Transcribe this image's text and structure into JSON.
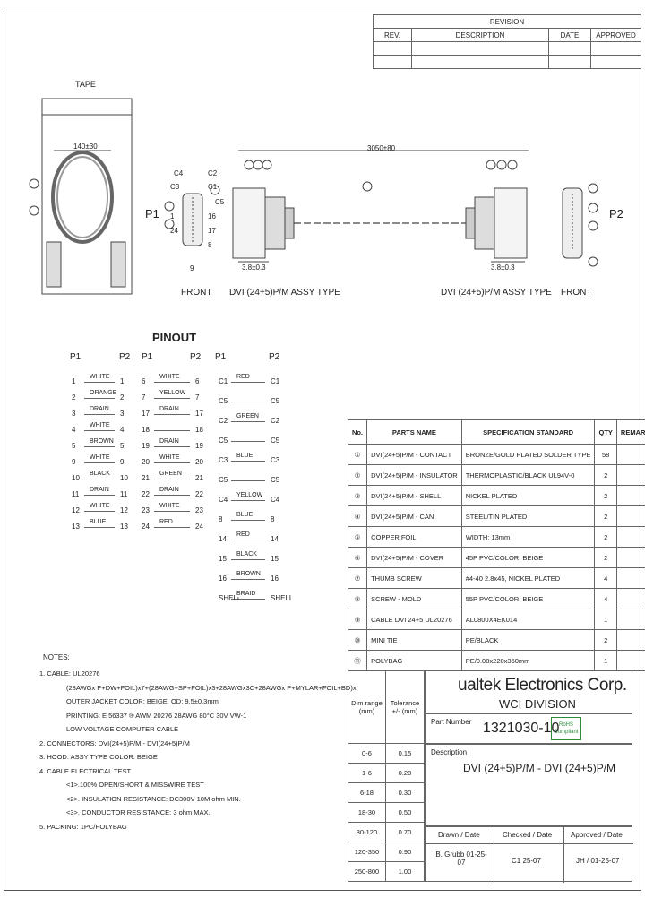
{
  "revision": {
    "title": "REVISION",
    "headers": [
      "REV.",
      "DESCRIPTION",
      "DATE",
      "APPROVED"
    ]
  },
  "labels": {
    "tape": "TAPE",
    "p1": "P1",
    "p2": "P2",
    "front_left": "FRONT",
    "front_right": "FRONT",
    "assy_left": "DVI (24+5)P/M ASSY TYPE",
    "assy_right": "DVI (24+5)P/M ASSY TYPE",
    "dim_140": "140±30",
    "dim_3050": "3050±80",
    "dim_38_left": "3.8±0.3",
    "dim_38_right": "3.8±0.3",
    "c4": "C4",
    "c2": "C2",
    "c3": "C3",
    "c1": "C1",
    "c5": "C5",
    "n1": "1",
    "n16": "16",
    "n24": "24",
    "n17": "17",
    "n8": "8",
    "n9": "9"
  },
  "pinout": {
    "title": "PINOUT",
    "col_headers": [
      "P1",
      "P2",
      "P1",
      "P2",
      "P1",
      "P2"
    ],
    "group1": [
      {
        "l": "1",
        "r": "1",
        "w": "WHITE"
      },
      {
        "l": "2",
        "r": "2",
        "w": "ORANGE"
      },
      {
        "l": "3",
        "r": "3",
        "w": "DRAIN"
      },
      {
        "l": "4",
        "r": "4",
        "w": "WHITE"
      },
      {
        "l": "5",
        "r": "5",
        "w": "BROWN"
      },
      {
        "l": "9",
        "r": "9",
        "w": "WHITE"
      },
      {
        "l": "10",
        "r": "10",
        "w": "BLACK"
      },
      {
        "l": "11",
        "r": "11",
        "w": "DRAIN"
      },
      {
        "l": "12",
        "r": "12",
        "w": "WHITE"
      },
      {
        "l": "13",
        "r": "13",
        "w": "BLUE"
      }
    ],
    "group2": [
      {
        "l": "6",
        "r": "6",
        "w": "WHITE"
      },
      {
        "l": "7",
        "r": "7",
        "w": "YELLOW"
      },
      {
        "l": "17",
        "r": "17",
        "w": "DRAIN"
      },
      {
        "l": "18",
        "r": "18",
        "w": ""
      },
      {
        "l": "19",
        "r": "19",
        "w": "DRAIN"
      },
      {
        "l": "20",
        "r": "20",
        "w": "WHITE"
      },
      {
        "l": "21",
        "r": "21",
        "w": "GREEN"
      },
      {
        "l": "22",
        "r": "22",
        "w": "DRAIN"
      },
      {
        "l": "23",
        "r": "23",
        "w": "WHITE"
      },
      {
        "l": "24",
        "r": "24",
        "w": "RED"
      }
    ],
    "group3": [
      {
        "l": "C1",
        "r": "C1",
        "w": "RED"
      },
      {
        "l": "C5",
        "r": "C5",
        "w": ""
      },
      {
        "l": "C2",
        "r": "C2",
        "w": "GREEN"
      },
      {
        "l": "C5",
        "r": "C5",
        "w": ""
      },
      {
        "l": "C3",
        "r": "C3",
        "w": "BLUE"
      },
      {
        "l": "C5",
        "r": "C5",
        "w": ""
      },
      {
        "l": "C4",
        "r": "C4",
        "w": "YELLOW"
      },
      {
        "l": "8",
        "r": "8",
        "w": "BLUE"
      },
      {
        "l": "14",
        "r": "14",
        "w": "RED"
      },
      {
        "l": "15",
        "r": "15",
        "w": "BLACK"
      },
      {
        "l": "16",
        "r": "16",
        "w": "BROWN"
      },
      {
        "l": "SHELL",
        "r": "SHELL",
        "w": "BRAID"
      }
    ]
  },
  "parts": {
    "headers": [
      "No.",
      "PARTS NAME",
      "SPECIFICATION STANDARD",
      "QTY",
      "REMARKS"
    ],
    "rows": [
      [
        "①",
        "DVI(24+5)P/M - CONTACT",
        "BRONZE/GOLD PLATED SOLDER TYPE",
        "58",
        ""
      ],
      [
        "②",
        "DVI(24+5)P/M - INSULATOR",
        "THERMOPLASTIC/BLACK UL94V-0",
        "2",
        ""
      ],
      [
        "③",
        "DVI(24+5)P/M - SHELL",
        "NICKEL PLATED",
        "2",
        ""
      ],
      [
        "④",
        "DVI(24+5)P/M - CAN",
        "STEEL/TIN PLATED",
        "2",
        ""
      ],
      [
        "⑤",
        "COPPER FOIL",
        "WIDTH: 13mm",
        "2",
        ""
      ],
      [
        "⑥",
        "DVI(24+5)P/M - COVER",
        "45P PVC/COLOR: BEIGE",
        "2",
        ""
      ],
      [
        "⑦",
        "THUMB SCREW",
        "#4-40 2.8x45, NICKEL PLATED",
        "4",
        ""
      ],
      [
        "⑧",
        "SCREW - MOLD",
        "55P PVC/COLOR: BEIGE",
        "4",
        ""
      ],
      [
        "⑨",
        "CABLE DVI 24+5 UL20276",
        "AL0800X4EK014",
        "1",
        ""
      ],
      [
        "⑩",
        "MINI TIE",
        "PE/BLACK",
        "2",
        ""
      ],
      [
        "⑪",
        "POLYBAG",
        "PE/0.08x220x350mm",
        "1",
        ""
      ]
    ]
  },
  "notes": {
    "title": "NOTES:",
    "lines": [
      "1. CABLE: UL20276",
      "(28AWGx P+DW+FOIL)x7+(28AWG+SP+FOIL)x3+28AWGx3C+28AWGx P+MYLAR+FOIL+BD)x",
      "OUTER JACKET COLOR: BEIGE, OD: 9.5±0.3mm",
      "PRINTING: E 56337 ® AWM 20276 28AWG 80°C 30V VW-1",
      "LOW VOLTAGE COMPUTER CABLE",
      "2. CONNECTORS: DVI(24+5)P/M - DVI(24+5)P/M",
      "3. HOOD: ASSY TYPE COLOR: BEIGE",
      "4. CABLE ELECTRICAL TEST",
      "<1>.100% OPEN/SHORT & MISSWIRE TEST",
      "<2>. INSULATION RESISTANCE: DC300V 10M ohm MIN.",
      "<3>. CONDUCTOR RESISTANCE: 3 ohm MAX.",
      "5. PACKING: 1PC/POLYBAG"
    ]
  },
  "tolerance": {
    "headers": [
      "Dim range (mm)",
      "Tolerance +/- (mm)"
    ],
    "rows": [
      [
        "0-6",
        "0.15"
      ],
      [
        "1-6",
        "0.20"
      ],
      [
        "6-18",
        "0.30"
      ],
      [
        "18-30",
        "0.50"
      ],
      [
        "30-120",
        "0.70"
      ],
      [
        "120-350",
        "0.90"
      ],
      [
        "250-800",
        "1.00"
      ]
    ]
  },
  "title_block": {
    "company": "ualtek Electronics Corp.",
    "division": "WCI DIVISION",
    "part_number_label": "Part Number",
    "part_number": "1321030-10",
    "rohs": "RoHS Compliant",
    "description_label": "Description",
    "description": "DVI (24+5)P/M - DVI (24+5)P/M",
    "drawn_label": "Drawn / Date",
    "checked_label": "Checked / Date",
    "approved_label": "Approved / Date",
    "drawn": "B. Grubb 01-25-07",
    "checked": "C1 25-07",
    "approved": "JH / 01-25-07"
  },
  "colors": {
    "line": "#444",
    "rohs_border": "#2e8b3a",
    "rohs_text": "#2e8b3a"
  }
}
